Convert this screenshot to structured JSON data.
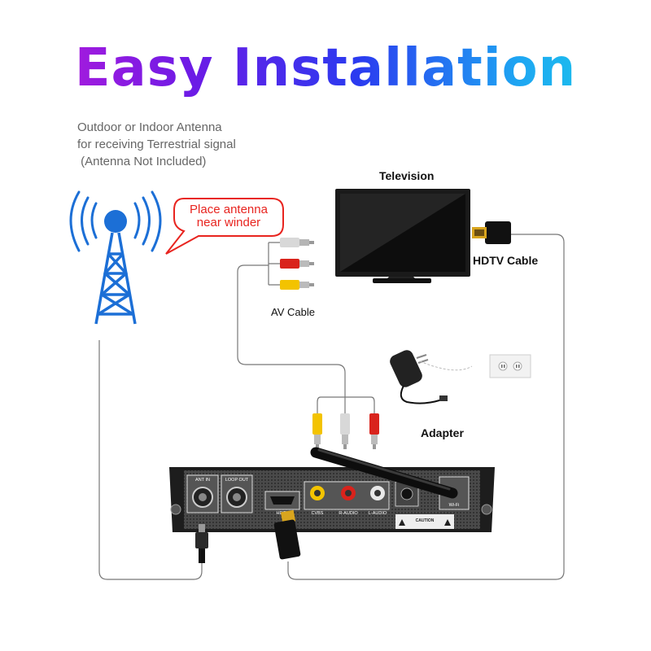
{
  "title": "Easy Installation",
  "antenna_note": {
    "line1": "Outdoor or Indoor Antenna",
    "line2": "for receiving Terrestrial signal",
    "line3": " (Antenna Not Included)"
  },
  "speech_bubble": {
    "line1": "Place antenna",
    "line2": "near winder"
  },
  "labels": {
    "television": "Television",
    "hdtv_cable": "HDTV Cable",
    "av_cable": "AV Cable",
    "adapter": "Adapter"
  },
  "receiver_ports": {
    "ant_in": "ANT IN",
    "loop_out": "LOOP OUT",
    "hdtv": "HDTV",
    "cvbs": "CVBS",
    "r_audio": "R-AUDIO",
    "l_audio": "L-AUDIO",
    "wifi": "Wi-Fi",
    "caution": "CAUTION"
  },
  "colors": {
    "antenna_blue": "#1c6fd6",
    "bubble_red": "#e8241f",
    "rca_yellow": "#f3c300",
    "rca_red": "#d9231c",
    "rca_white": "#d8d8d8"
  }
}
